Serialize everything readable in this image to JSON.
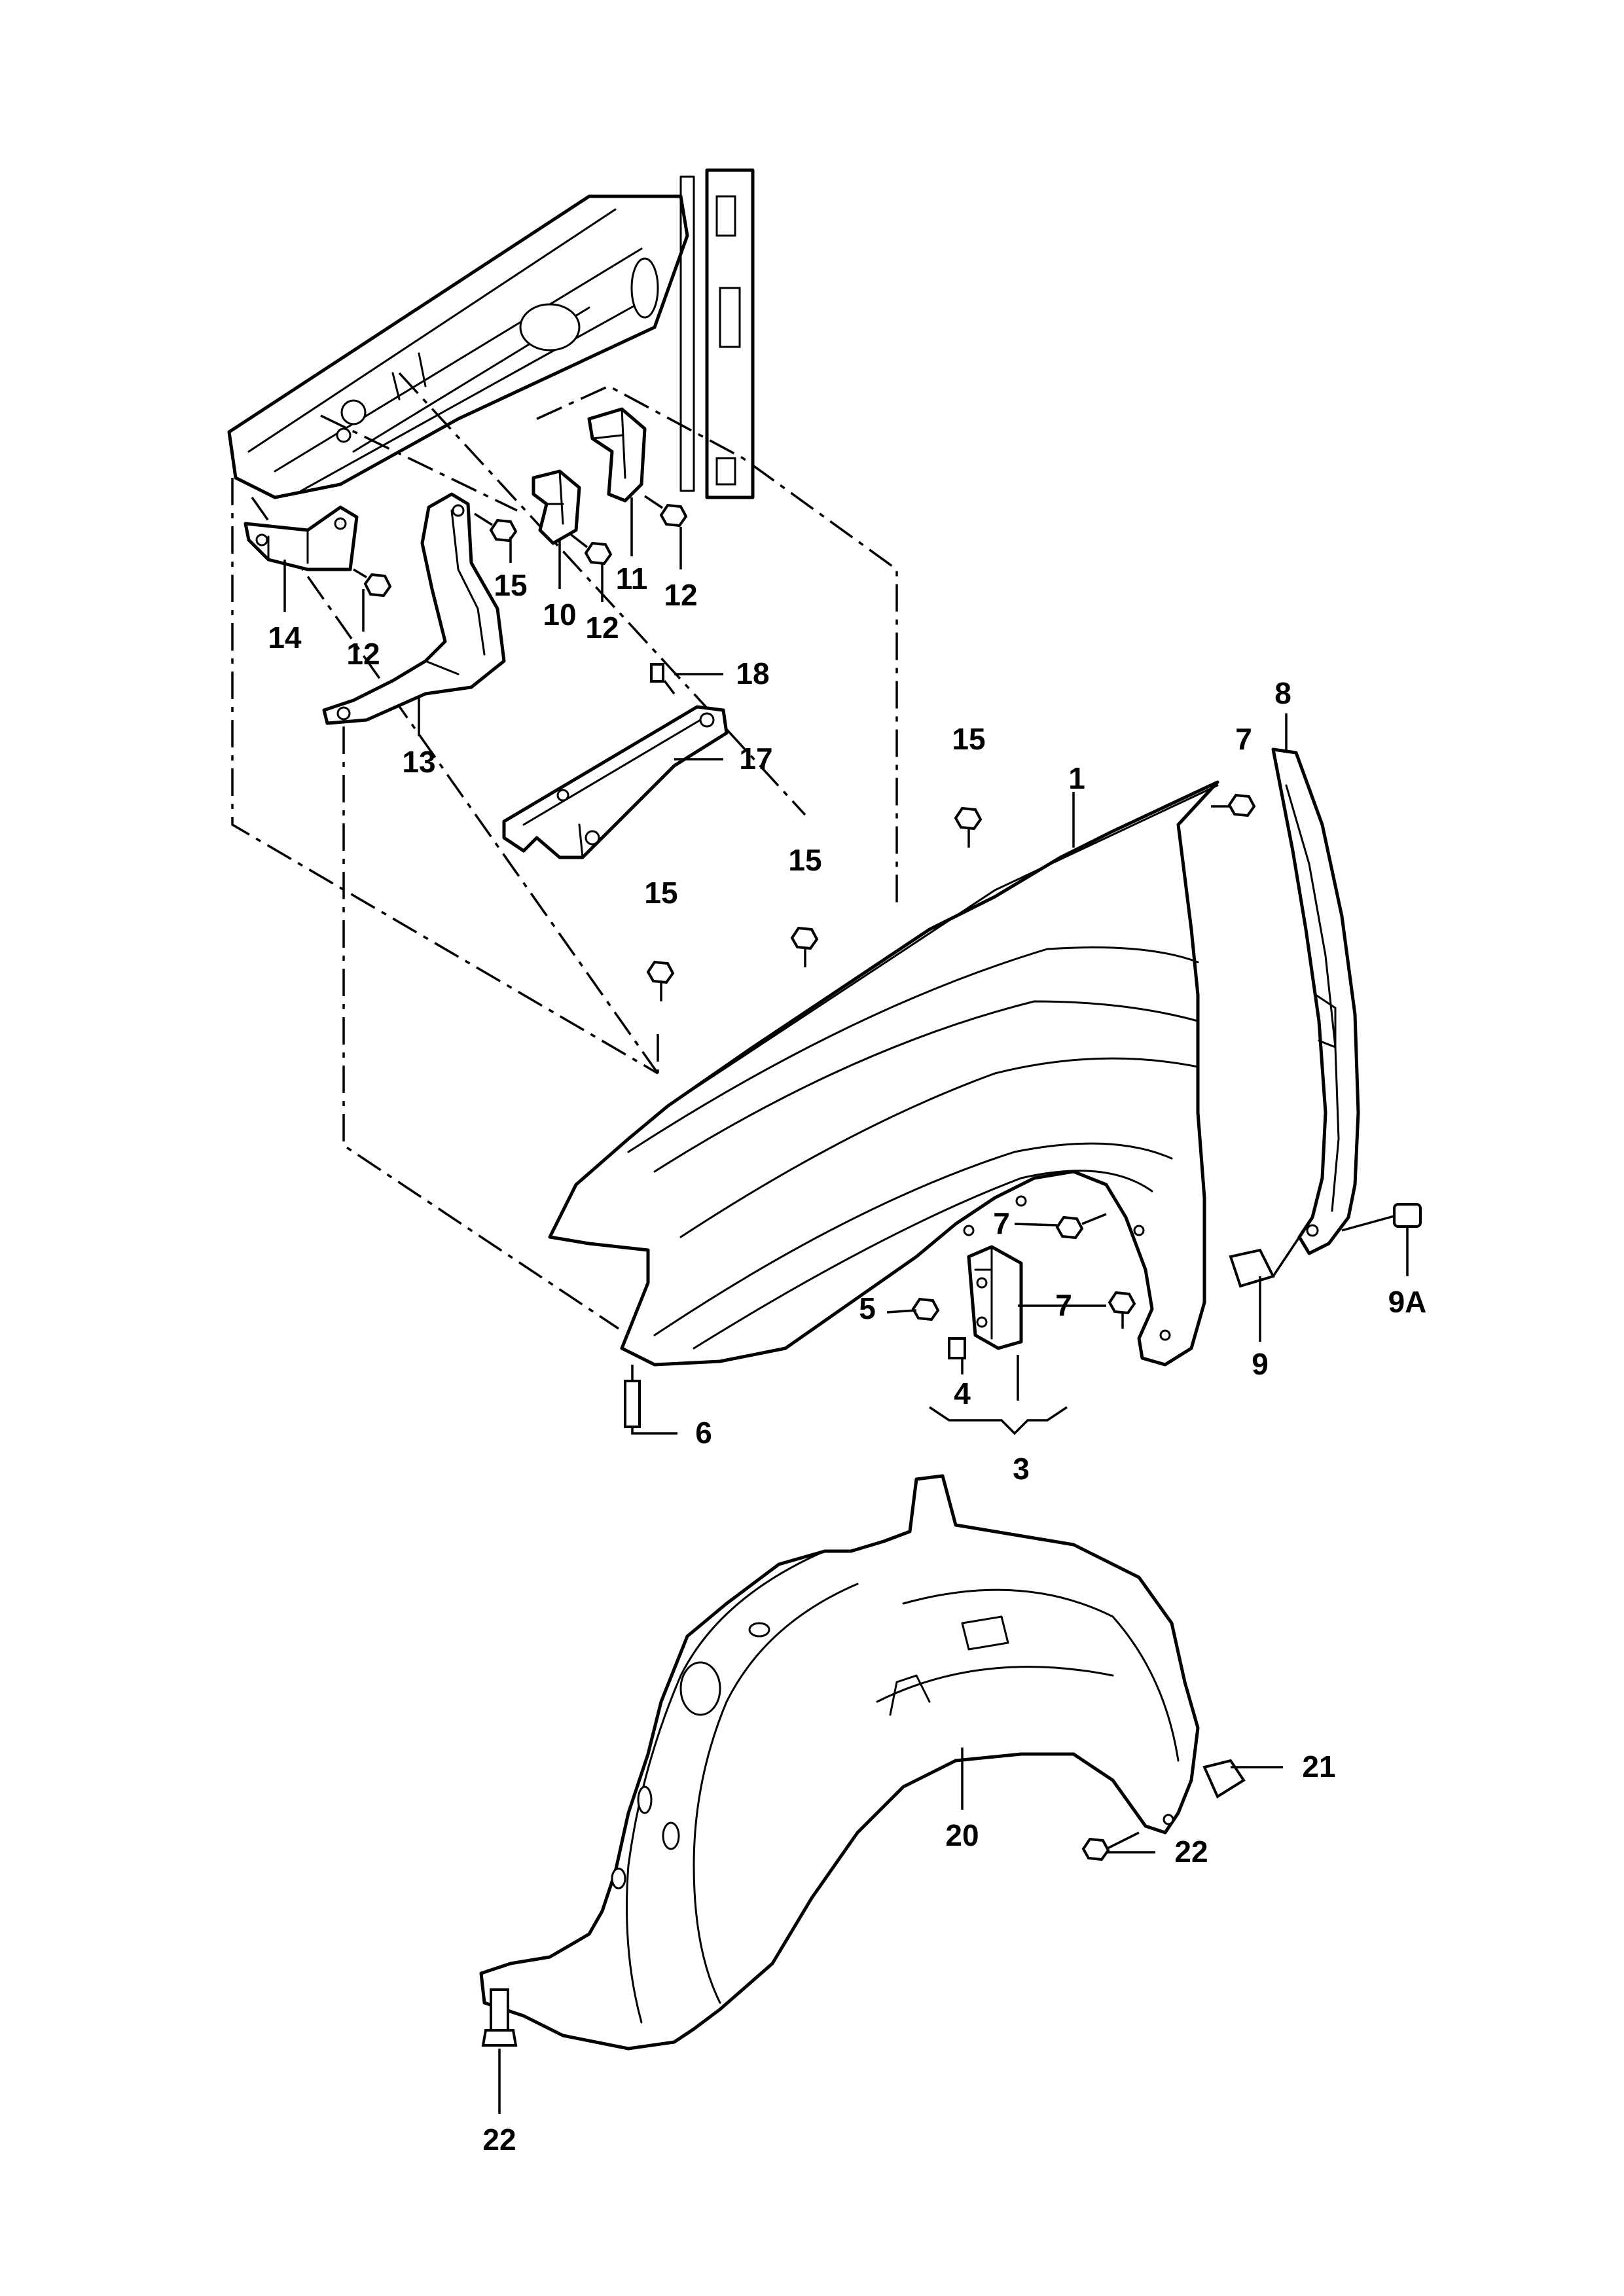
{
  "callouts": {
    "c1": "1",
    "c3": "3",
    "c4": "4",
    "c5": "5",
    "c6": "6",
    "c7a": "7",
    "c7b": "7",
    "c7c": "7",
    "c8": "8",
    "c9": "9",
    "c9a": "9A",
    "c10": "10",
    "c11": "11",
    "c12a": "12",
    "c12b": "12",
    "c12c": "12",
    "c13": "13",
    "c14": "14",
    "c15a": "15",
    "c15b": "15",
    "c15c": "15",
    "c15d": "15",
    "c17": "17",
    "c18": "18",
    "c20": "20",
    "c21": "21",
    "c22a": "22",
    "c22b": "22"
  }
}
